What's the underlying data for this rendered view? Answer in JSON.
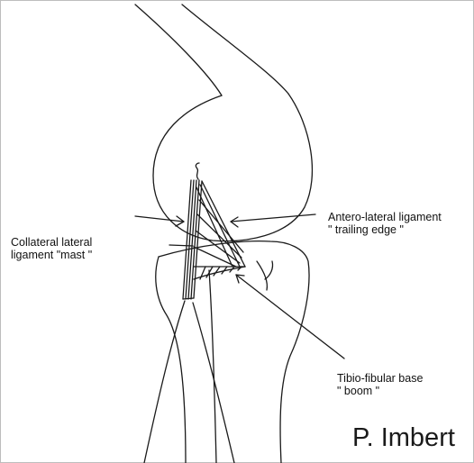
{
  "labels": {
    "collateral_line1": "Collateral lateral",
    "collateral_line2": "ligament \"mast \"",
    "antero_line1": "Antero-lateral ligament",
    "antero_line2": "\" trailing edge \"",
    "tibio_line1": "Tibio-fibular base",
    "tibio_line2": "\" boom \"",
    "author": "P. Imbert"
  },
  "colors": {
    "ink": "#1a1a1a",
    "background": "#ffffff"
  }
}
